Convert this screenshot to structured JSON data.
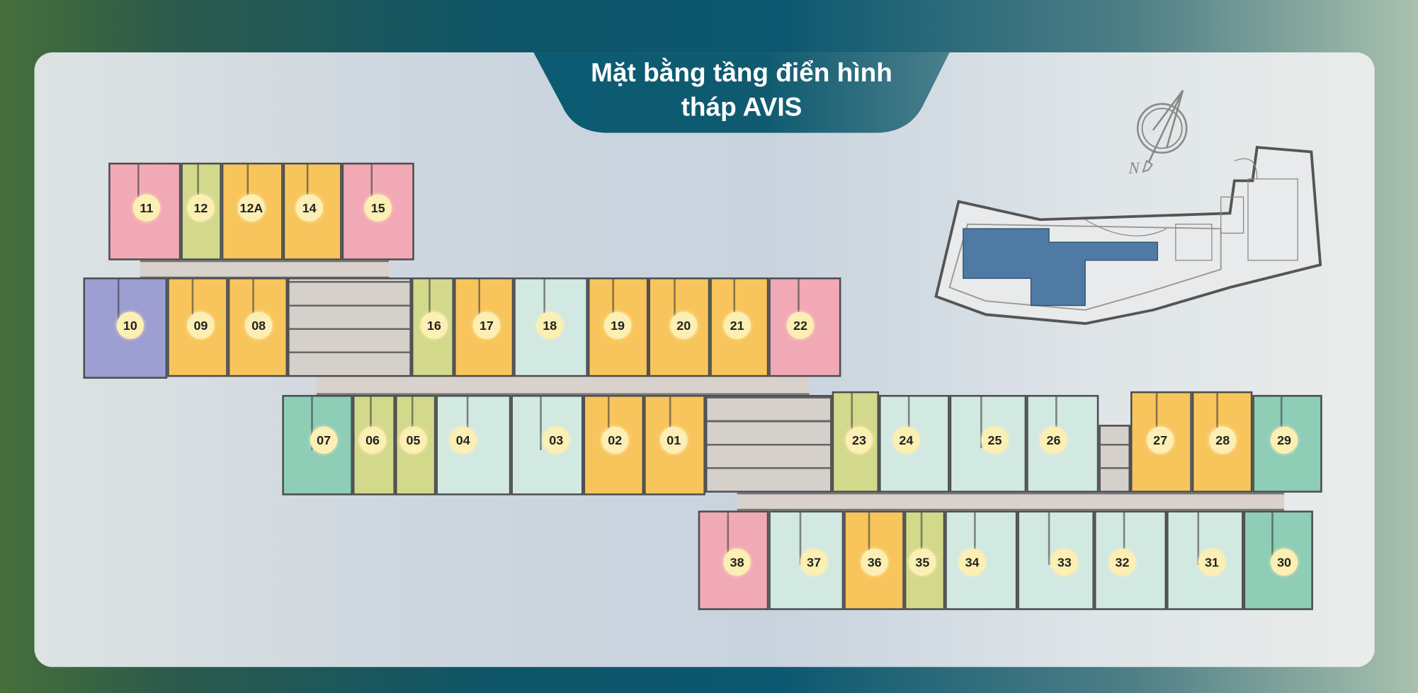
{
  "title": {
    "line1": "Mặt bằng tầng điển hình",
    "line2": "tháp AVIS"
  },
  "compass": {
    "label": "N"
  },
  "colors": {
    "pink": "#f2a9b6",
    "lime": "#d3d98b",
    "orange": "#f8c55c",
    "mint": "#d2e9e2",
    "teal": "#8ecdb6",
    "purple": "#9d9ed2",
    "label": "#fcefb4",
    "site_highlight": "#4f7aa3"
  },
  "units": [
    {
      "label": "11",
      "type": "pink"
    },
    {
      "label": "12",
      "type": "lime"
    },
    {
      "label": "12A",
      "type": "orange"
    },
    {
      "label": "14",
      "type": "orange"
    },
    {
      "label": "15",
      "type": "pink"
    },
    {
      "label": "10",
      "type": "purple"
    },
    {
      "label": "09",
      "type": "orange"
    },
    {
      "label": "08",
      "type": "orange"
    },
    {
      "label": "16",
      "type": "lime"
    },
    {
      "label": "17",
      "type": "orange"
    },
    {
      "label": "18",
      "type": "mint"
    },
    {
      "label": "19",
      "type": "orange"
    },
    {
      "label": "20",
      "type": "orange"
    },
    {
      "label": "21",
      "type": "orange"
    },
    {
      "label": "22",
      "type": "pink"
    },
    {
      "label": "07",
      "type": "teal"
    },
    {
      "label": "06",
      "type": "lime"
    },
    {
      "label": "05",
      "type": "lime"
    },
    {
      "label": "04",
      "type": "mint"
    },
    {
      "label": "03",
      "type": "mint"
    },
    {
      "label": "02",
      "type": "orange"
    },
    {
      "label": "01",
      "type": "orange"
    },
    {
      "label": "23",
      "type": "lime"
    },
    {
      "label": "24",
      "type": "mint"
    },
    {
      "label": "25",
      "type": "mint"
    },
    {
      "label": "26",
      "type": "mint"
    },
    {
      "label": "27",
      "type": "orange"
    },
    {
      "label": "28",
      "type": "orange"
    },
    {
      "label": "29",
      "type": "teal"
    },
    {
      "label": "38",
      "type": "pink"
    },
    {
      "label": "37",
      "type": "mint"
    },
    {
      "label": "36",
      "type": "orange"
    },
    {
      "label": "35",
      "type": "lime"
    },
    {
      "label": "34",
      "type": "mint"
    },
    {
      "label": "33",
      "type": "mint"
    },
    {
      "label": "32",
      "type": "mint"
    },
    {
      "label": "31",
      "type": "mint"
    },
    {
      "label": "30",
      "type": "teal"
    }
  ]
}
